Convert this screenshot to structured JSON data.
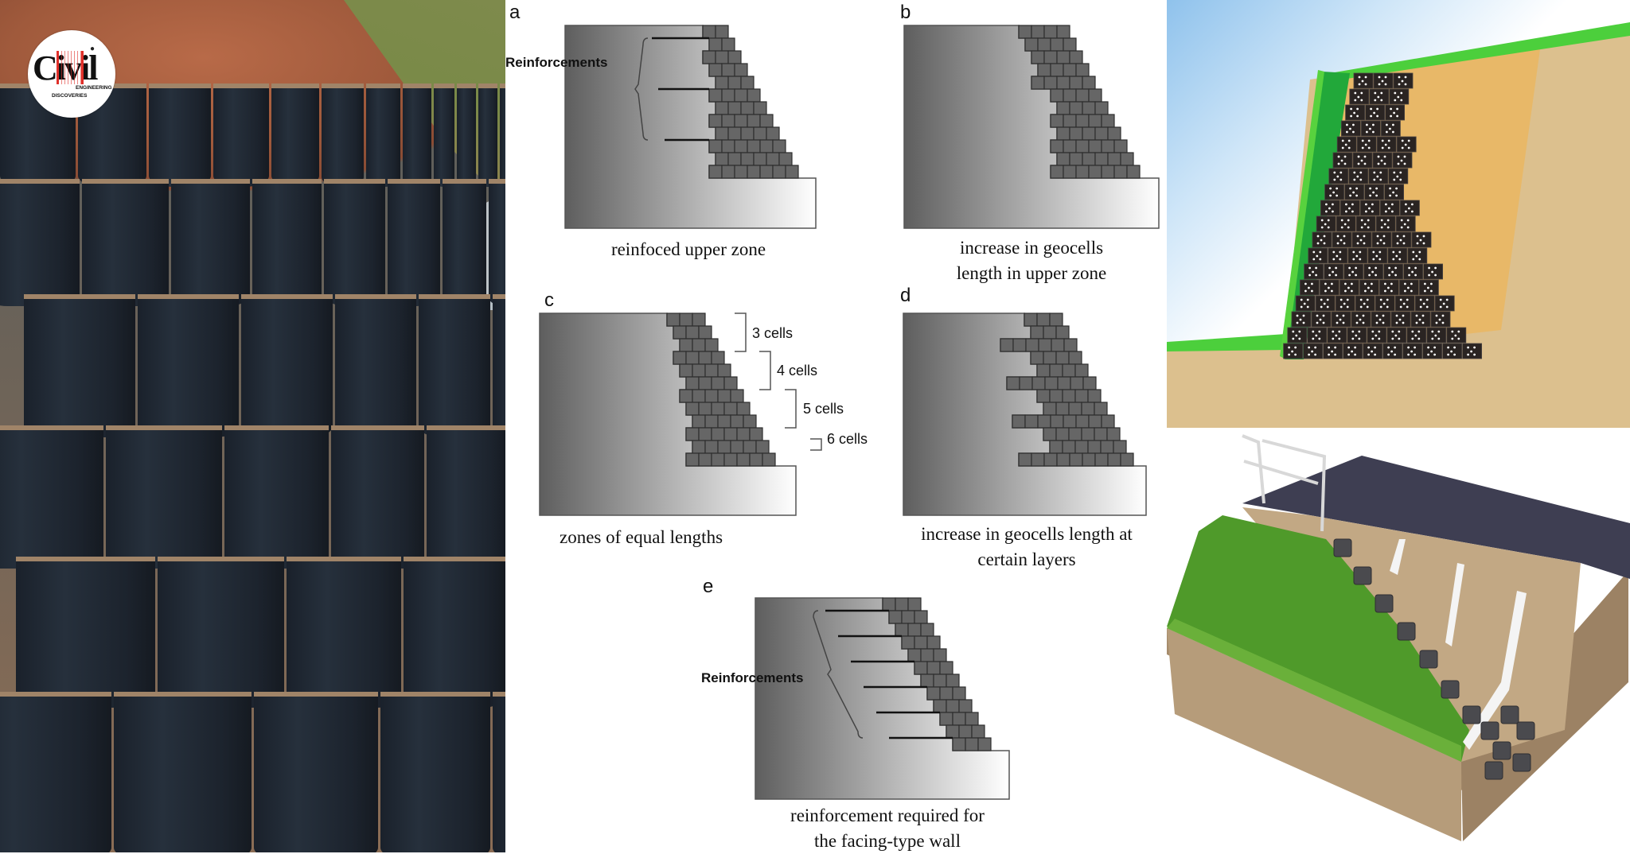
{
  "photo": {
    "description": "Geocell retaining wall on hillside beside road",
    "colors": {
      "geocell": "#1e2630",
      "soil": "#a08468",
      "rock": "#a05a3c",
      "grass": "#7a8a48"
    }
  },
  "logo": {
    "main_text": "Civil",
    "line1": "ENGINEERING",
    "line2": "DISCOVERIES",
    "accent_color": "#e0302a"
  },
  "panels": [
    {
      "id": "a",
      "label": "a",
      "caption_lines": [
        "reinfoced upper zone"
      ],
      "annotation": "Reinforcements",
      "rows": [
        {
          "start": 883,
          "count": 2
        },
        {
          "start": 891,
          "count": 2
        },
        {
          "start": 883,
          "count": 3
        },
        {
          "start": 891,
          "count": 3
        },
        {
          "start": 899,
          "count": 3
        },
        {
          "start": 891,
          "count": 4
        },
        {
          "start": 899,
          "count": 4
        },
        {
          "start": 891,
          "count": 5
        },
        {
          "start": 899,
          "count": 5
        },
        {
          "start": 891,
          "count": 6
        },
        {
          "start": 899,
          "count": 6
        },
        {
          "start": 891,
          "count": 7
        }
      ],
      "reinforcement_rows": [
        1,
        5,
        9
      ]
    },
    {
      "id": "b",
      "label": "b",
      "caption_lines": [
        "increase in geocells",
        "length in upper zone"
      ],
      "rows": [
        {
          "start": 1280,
          "count": 4
        },
        {
          "start": 1288,
          "count": 4
        },
        {
          "start": 1296,
          "count": 4
        },
        {
          "start": 1304,
          "count": 4
        },
        {
          "start": 1296,
          "count": 5
        },
        {
          "start": 1320,
          "count": 4
        },
        {
          "start": 1328,
          "count": 4
        },
        {
          "start": 1320,
          "count": 5
        },
        {
          "start": 1328,
          "count": 5
        },
        {
          "start": 1320,
          "count": 6
        },
        {
          "start": 1328,
          "count": 6
        },
        {
          "start": 1320,
          "count": 7
        }
      ]
    },
    {
      "id": "c",
      "label": "c",
      "caption_lines": [
        "zones of equal lengths"
      ],
      "zones": [
        "3 cells",
        "4 cells",
        "5 cells",
        "6 cells"
      ],
      "rows": [
        {
          "start": 838,
          "count": 3
        },
        {
          "start": 846,
          "count": 3
        },
        {
          "start": 854,
          "count": 3
        },
        {
          "start": 846,
          "count": 4
        },
        {
          "start": 854,
          "count": 4
        },
        {
          "start": 862,
          "count": 4
        },
        {
          "start": 854,
          "count": 5
        },
        {
          "start": 862,
          "count": 5
        },
        {
          "start": 870,
          "count": 5
        },
        {
          "start": 862,
          "count": 6
        },
        {
          "start": 870,
          "count": 6
        },
        {
          "start": 862,
          "count": 7
        }
      ]
    },
    {
      "id": "d",
      "label": "d",
      "caption_lines": [
        "increase in geocells length at",
        "certain layers"
      ],
      "rows": [
        {
          "start": 1287,
          "count": 3
        },
        {
          "start": 1295,
          "count": 3
        },
        {
          "start": 1257,
          "count": 6
        },
        {
          "start": 1295,
          "count": 4
        },
        {
          "start": 1303,
          "count": 4
        },
        {
          "start": 1265,
          "count": 7
        },
        {
          "start": 1303,
          "count": 5
        },
        {
          "start": 1311,
          "count": 5
        },
        {
          "start": 1272,
          "count": 8
        },
        {
          "start": 1311,
          "count": 6
        },
        {
          "start": 1319,
          "count": 6
        },
        {
          "start": 1280,
          "count": 9
        }
      ]
    },
    {
      "id": "e",
      "label": "e",
      "caption_lines": [
        "reinforcement required for",
        "the facing-type wall"
      ],
      "annotation": "Reinforcements",
      "rows": [
        {
          "start": 1109,
          "count": 3
        },
        {
          "start": 1117,
          "count": 3
        },
        {
          "start": 1125,
          "count": 3
        },
        {
          "start": 1133,
          "count": 3
        },
        {
          "start": 1141,
          "count": 3
        },
        {
          "start": 1149,
          "count": 3
        },
        {
          "start": 1157,
          "count": 3
        },
        {
          "start": 1165,
          "count": 3
        },
        {
          "start": 1173,
          "count": 3
        },
        {
          "start": 1181,
          "count": 3
        },
        {
          "start": 1189,
          "count": 3
        },
        {
          "start": 1197,
          "count": 3
        }
      ],
      "reinforcement_rows": [
        1,
        3,
        5,
        7,
        9,
        11
      ]
    }
  ],
  "illustrations": {
    "top": {
      "description": "Cross-section of geocell gravity retaining wall with vegetated face",
      "colors": {
        "grass": "#3fbf3a",
        "cells": "#2a2422",
        "backfill": "#e8b868",
        "native_soil": "#dcc08e",
        "sky": "#8fc2ec"
      }
    },
    "bottom": {
      "description": "3D render of geocell stepped slope with grass, handrail and paved top",
      "colors": {
        "grass": "#4f9a2a",
        "soil": "#b59a78",
        "pavement": "#3e3e52",
        "cells": "#4a4a4e",
        "drain": "#f0f0f0"
      }
    }
  }
}
